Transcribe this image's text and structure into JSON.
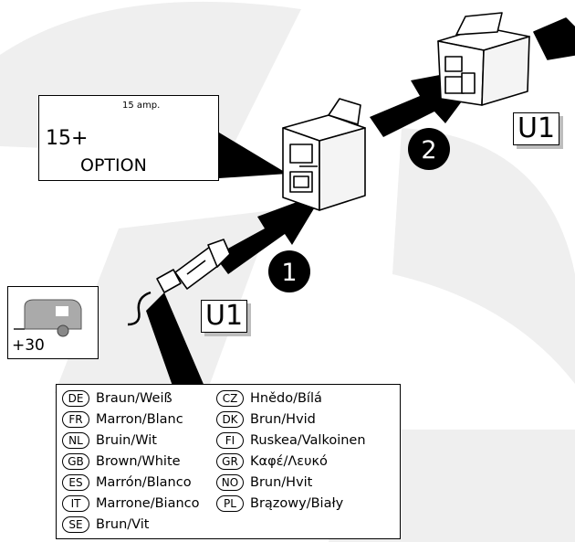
{
  "option_box": {
    "label": "OPTION",
    "ignition": "15+",
    "fuse": "15 amp."
  },
  "battery_box": {
    "label": "+30"
  },
  "steps": {
    "step1": "1",
    "step2": "2"
  },
  "connector_tags": {
    "tag_top": "U1",
    "tag_bottom": "U1"
  },
  "legend": [
    {
      "code": "DE",
      "text": "Braun/Weiß"
    },
    {
      "code": "FR",
      "text": "Marron/Blanc"
    },
    {
      "code": "NL",
      "text": "Bruin/Wit"
    },
    {
      "code": "GB",
      "text": "Brown/White"
    },
    {
      "code": "ES",
      "text": "Marrón/Blanco"
    },
    {
      "code": "IT",
      "text": "Marrone/Bianco"
    },
    {
      "code": "SE",
      "text": "Brun/Vit"
    },
    {
      "code": "CZ",
      "text": "Hnědo/Bílá"
    },
    {
      "code": "DK",
      "text": "Brun/Hvid"
    },
    {
      "code": "FI",
      "text": "Ruskea/Valkoinen"
    },
    {
      "code": "GR",
      "text": "Καφέ/Λευκό"
    },
    {
      "code": "NO",
      "text": "Brun/Hvit"
    },
    {
      "code": "PL",
      "text": "Brązowy/Biały"
    }
  ],
  "colors": {
    "background_logo": "#eeeeee",
    "arrow": "#000000",
    "shadow": "#bdbdbd"
  }
}
